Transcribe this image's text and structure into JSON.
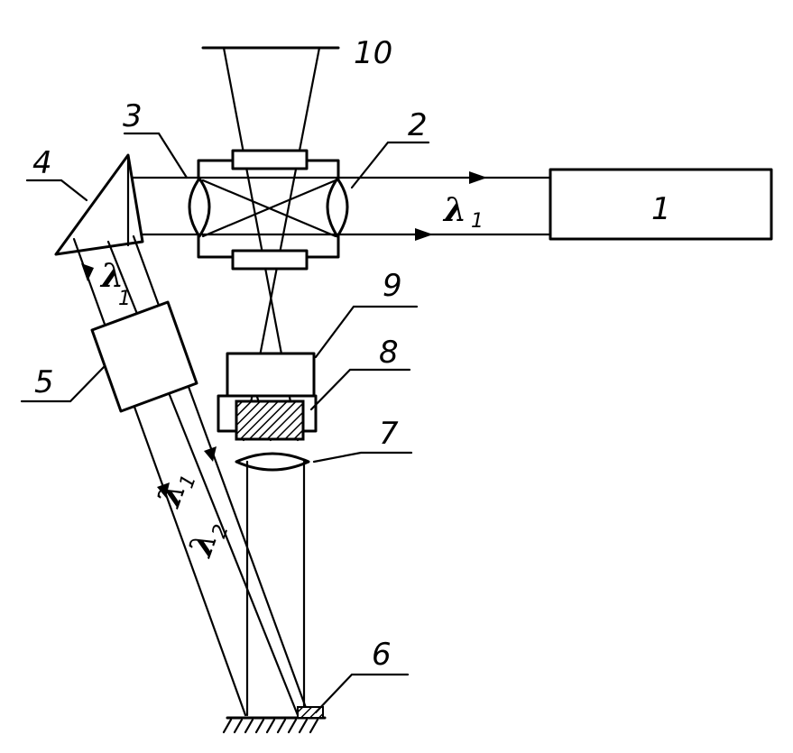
{
  "labels": {
    "source": "1",
    "lens_right": "2",
    "lens_left": "3",
    "prism": "4",
    "filter": "5",
    "sample": "6",
    "objective": "7",
    "crystal": "8",
    "housing": "9",
    "screen": "10"
  },
  "wavelengths": {
    "lambda": "λ",
    "sub_1": "1",
    "sub_2": "2"
  }
}
